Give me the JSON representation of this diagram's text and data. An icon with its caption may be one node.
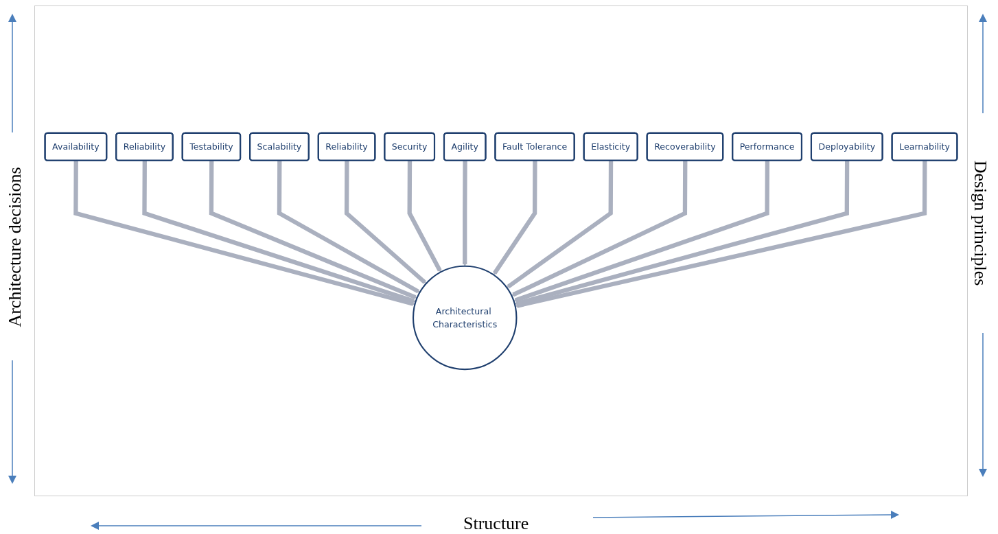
{
  "diagram": {
    "nodes": [
      {
        "text": [
          "Availability"
        ]
      },
      {
        "text": [
          "Reliability"
        ]
      },
      {
        "text": [
          "Testability"
        ]
      },
      {
        "text": [
          "Scalability"
        ]
      },
      {
        "text": [
          "Reliability"
        ]
      },
      {
        "text": [
          "Security"
        ]
      },
      {
        "text": [
          "Agility"
        ]
      },
      {
        "text": [
          "Fault Tolerance"
        ]
      },
      {
        "text": [
          "Elasticity"
        ]
      },
      {
        "text": [
          "Recoverability"
        ]
      },
      {
        "text": [
          "Performance"
        ]
      },
      {
        "text": [
          "Deployability"
        ]
      },
      {
        "text": [
          "Learnability"
        ]
      },
      {
        "text": [
          "Architectural Characteristics"
        ]
      }
    ],
    "edges": [
      {
        "from": 0,
        "to": 13,
        "arrow": "to"
      },
      {
        "from": 1,
        "to": 13,
        "arrow": "to"
      },
      {
        "from": 2,
        "to": 13,
        "arrow": "to"
      },
      {
        "from": 3,
        "to": 13,
        "arrow": "to"
      },
      {
        "from": 4,
        "to": 13,
        "arrow": "to"
      },
      {
        "from": 5,
        "to": 13,
        "arrow": "to"
      },
      {
        "from": 6,
        "to": 13,
        "arrow": "to"
      },
      {
        "from": 7,
        "to": 13,
        "arrow": "to"
      },
      {
        "from": 8,
        "to": 13,
        "arrow": "to"
      },
      {
        "from": 9,
        "to": 13,
        "arrow": "to"
      },
      {
        "from": 10,
        "to": 13,
        "arrow": "to"
      },
      {
        "from": 11,
        "to": 13,
        "arrow": "to"
      },
      {
        "from": 12,
        "to": 13,
        "arrow": "to"
      }
    ],
    "labels": [
      "Architecture decisions",
      "Design principles",
      "Structure"
    ]
  }
}
